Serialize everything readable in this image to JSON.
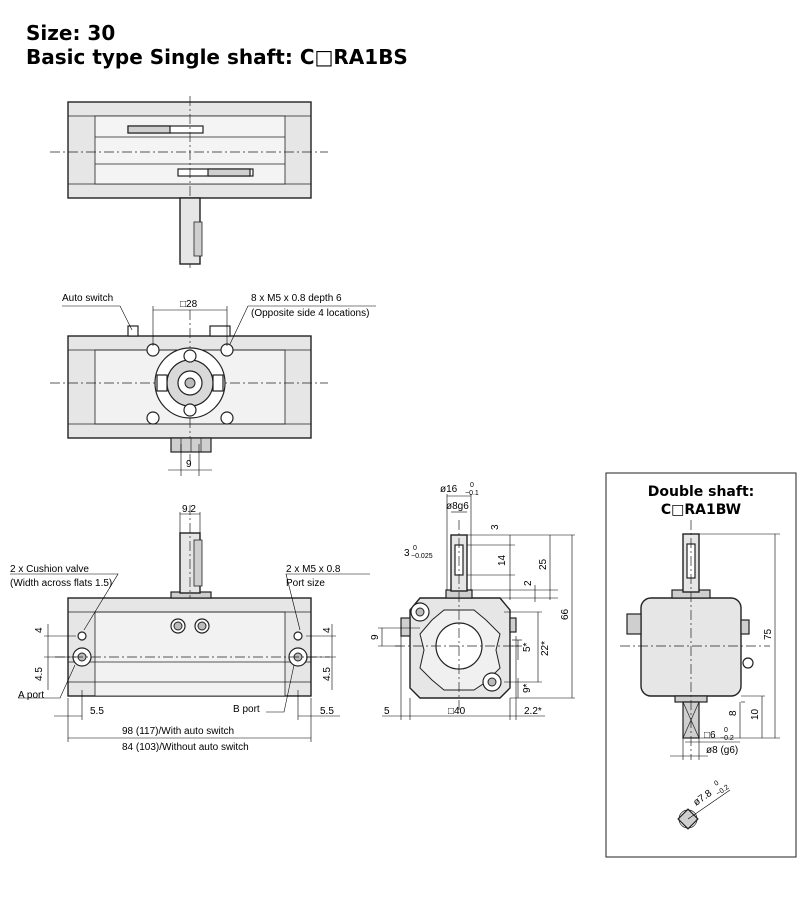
{
  "title": {
    "size": "Size: 30",
    "type": "Basic type Single shaft: C□RA1BS"
  },
  "front_view": {
    "auto_switch": "Auto switch",
    "square_dim": "□28",
    "thread_note_1": "8 x M5 x 0.8 depth 6",
    "thread_note_2": "(Opposite side 4 locations)",
    "bottom_dim": "9"
  },
  "side_view": {
    "shaft_dim": "9.2",
    "cushion_1": "2 x Cushion valve",
    "cushion_2": "(Width across flats 1.5)",
    "port_note_1": "2 x M5 x 0.8",
    "port_note_2": "Port size",
    "left_4": "4",
    "left_45": "4.5",
    "right_4": "4",
    "right_45": "4.5",
    "a_port": "A port",
    "b_port": "B port",
    "left_55": "5.5",
    "right_55": "5.5",
    "length_with": "98 (117)/With auto switch",
    "length_without": "84 (103)/Without auto switch"
  },
  "end_view": {
    "d16": "ø16",
    "d16_tol_up": "0",
    "d16_tol_dn": "−0.1",
    "d8": "ø8g6",
    "key_3": "3",
    "key_tol_up": "0",
    "key_tol_dn": "−0.025",
    "d3": "3",
    "d14": "14",
    "d25": "25",
    "d2": "2",
    "d66": "66",
    "d9": "9",
    "d5s": "5*",
    "d22s": "22*",
    "d9s": "9*",
    "d5": "5",
    "d40": "□40",
    "d22b": "2.2*"
  },
  "double_shaft": {
    "heading_1": "Double shaft:",
    "heading_2": "C□RA1BW",
    "d75": "75",
    "d8": "8",
    "d10": "10",
    "d6": "□6",
    "d6_tol_up": "0",
    "d6_tol_dn": "−0.2",
    "d8g6": "ø8 (g6)",
    "d78": "ø7.8",
    "d78_tol_up": "0",
    "d78_tol_dn": "−0.2"
  }
}
